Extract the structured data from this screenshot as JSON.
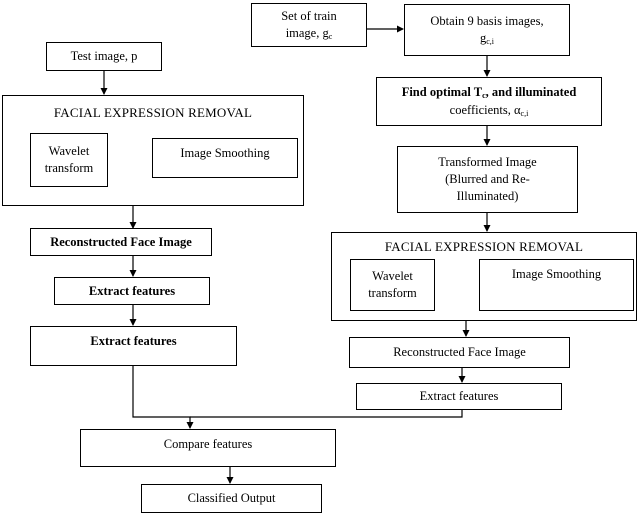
{
  "left": {
    "test_image": {
      "text": "Test image, p"
    },
    "fer_title": "FACIAL EXPRESSION  REMOVAL",
    "wavelet": "Wavelet transform",
    "smoothing": "Image Smoothing",
    "reconstructed": "Reconstructed Face Image",
    "extract1": "Extract features",
    "extract2": "Extract features"
  },
  "right": {
    "train_set": {
      "line1": "Set of train",
      "line2_prefix": "image, g",
      "line2_sub": "c"
    },
    "basis": {
      "line1": "Obtain 9 basis images,",
      "line2_prefix": "g",
      "line2_sub": "c,i"
    },
    "optimal": {
      "line1": "Find optimal T",
      "line1_sub": "c",
      "line1_suffix": ", and illuminated",
      "line2": "coefficients, α",
      "line2_sub": "c,i"
    },
    "transformed": {
      "line1": "Transformed Image",
      "line2": "(Blurred and Re-",
      "line3": "Illuminated)"
    },
    "fer_title": "FACIAL EXPRESSION  REMOVAL",
    "wavelet": "Wavelet transform",
    "smoothing": "Image Smoothing",
    "reconstructed": "Reconstructed Face Image",
    "extract": "Extract features"
  },
  "bottom": {
    "compare": "Compare features",
    "classified": "Classified Output"
  }
}
